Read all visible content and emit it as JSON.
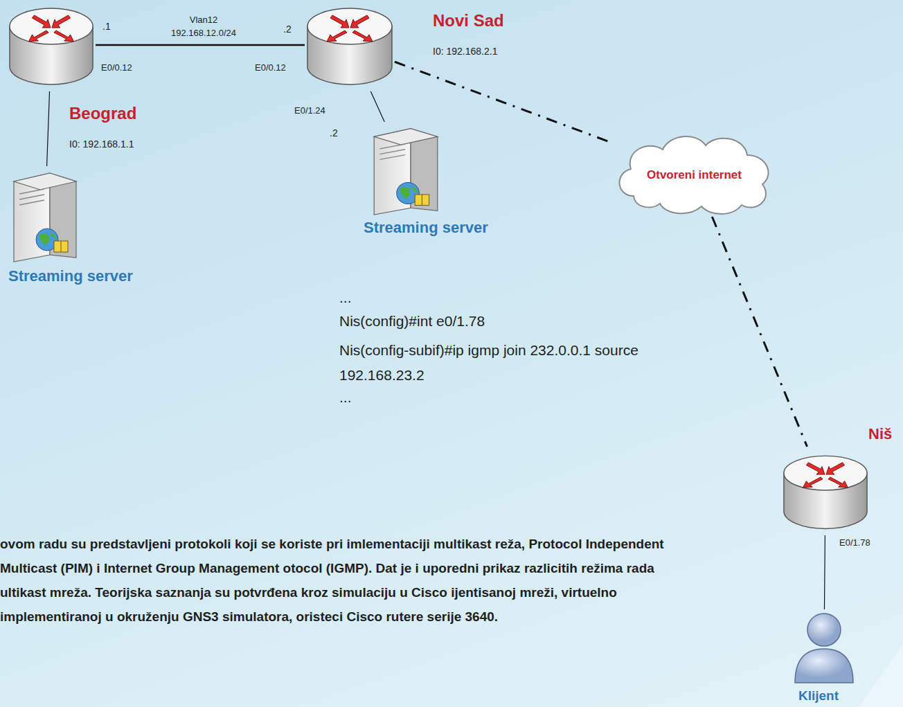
{
  "diagram": {
    "nodes": [
      {
        "text": [
          "Beograd",
          "I0: 192.168.1.1"
        ]
      },
      {
        "text": [
          "Novi Sad",
          "I0: 192.168.2.1"
        ]
      },
      {
        "text": [
          "Streaming server"
        ]
      },
      {
        "text": [
          "Streaming server"
        ]
      },
      {
        "text": [
          "Otvoreni internet"
        ]
      },
      {
        "text": [
          "Niš"
        ]
      },
      {
        "text": [
          "Klijent"
        ]
      }
    ],
    "edges": [
      {
        "from": 0,
        "to": 1,
        "arrow": "none",
        "label": "Vlan12 192.168.12.0/24"
      },
      {
        "from": 0,
        "to": 2,
        "arrow": "none"
      },
      {
        "from": 1,
        "to": 3,
        "arrow": "none"
      },
      {
        "from": 1,
        "to": 4,
        "arrow": "none"
      },
      {
        "from": 4,
        "to": 5,
        "arrow": "none"
      },
      {
        "from": 5,
        "to": 6,
        "arrow": "none"
      }
    ],
    "labels": [
      ".1",
      ".2",
      "E0/0.12",
      "E0/0.12",
      "E0/1.24",
      ".2",
      "E0/1.78",
      "...",
      "Nis(config)#int e0/1.78",
      "Nis(config-subif)#ip igmp join 232.0.0.1 source 192.168.23.2",
      "...",
      "ovom radu su predstavljeni protokoli koji se koriste pri imlementaciji multikast reža, Protocol Independent Multicast (PIM) i Internet Group Management otocol (IGMP). Dat je i uporedni prikaz razlicitih režima rada ultikast mreža. Teorijska saznanja su potvrđena kroz simulaciju u Cisco ijentisanoj mreži, virtuelno implementiranoj u okruženju GNS3 simulatora, oristeci Cisco rutere serije 3640."
    ]
  }
}
